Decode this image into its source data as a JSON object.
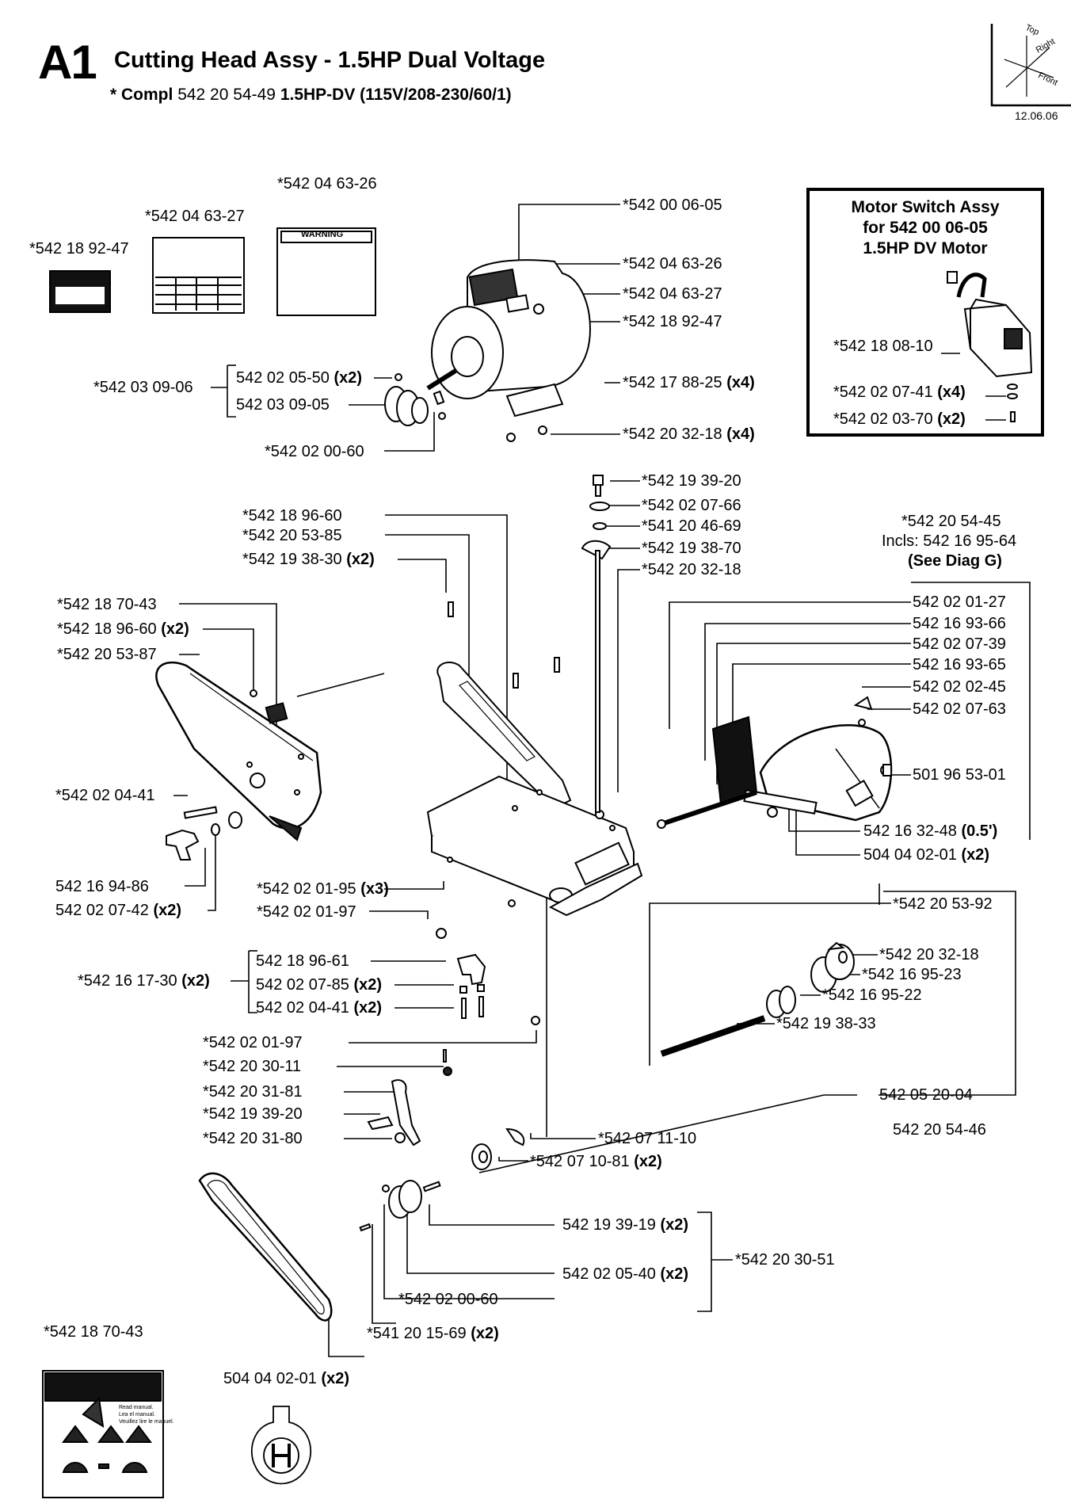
{
  "header": {
    "section": "A1",
    "title": "Cutting Head Assy - 1.5HP Dual Voltage",
    "compl_prefix": "* Compl",
    "compl_number": "542 20 54-49",
    "compl_model": "1.5HP-DV (115V/208-230/60/1)",
    "date": "12.06.06"
  },
  "orientation": {
    "top": "Top",
    "right": "Right",
    "front": "Front"
  },
  "switch_box": {
    "title_lines": [
      "Motor Switch Assy",
      "for 542 00 06-05",
      "1.5HP DV Motor"
    ],
    "parts": [
      {
        "code": "*542 18 08-10",
        "qty": ""
      },
      {
        "code": "*542 02 07-41",
        "qty": "(x4)"
      },
      {
        "code": "*542 02 03-70",
        "qty": "(x2)"
      }
    ]
  },
  "labels": {
    "decal_small": {
      "code": "*542 18 92-47"
    },
    "decal_table": {
      "code": "*542 04 63-27"
    },
    "decal_warning": {
      "code": "*542 04 63-26",
      "heading": "WARNING"
    },
    "decal_manual": {
      "code": "*542 18 70-43",
      "lines": [
        "Read manual.",
        "Lea el manual.",
        "Veuillez lire le manuel."
      ]
    },
    "logo_part": {
      "code": "504 04 02-01",
      "qty": "(x2)"
    }
  },
  "parts": [
    {
      "id": "p1",
      "code": "*542 00 06-05",
      "qty": ""
    },
    {
      "id": "p2",
      "code": "*542 04 63-26",
      "qty": ""
    },
    {
      "id": "p3",
      "code": "*542 04 63-27",
      "qty": ""
    },
    {
      "id": "p4",
      "code": "*542 18 92-47",
      "qty": ""
    },
    {
      "id": "p5",
      "code": "*542 17 88-25",
      "qty": "(x4)"
    },
    {
      "id": "p6",
      "code": "*542 20 32-18",
      "qty": "(x4)"
    },
    {
      "id": "p7",
      "code": "*542 03 09-06",
      "qty": ""
    },
    {
      "id": "p8",
      "code": "542 02 05-50",
      "qty": "(x2)"
    },
    {
      "id": "p9",
      "code": "542 03 09-05",
      "qty": ""
    },
    {
      "id": "p10",
      "code": "*542 02 00-60",
      "qty": ""
    },
    {
      "id": "p11",
      "code": "*542 19 39-20",
      "qty": ""
    },
    {
      "id": "p12",
      "code": "*542 02 07-66",
      "qty": ""
    },
    {
      "id": "p13",
      "code": "*541 20 46-69",
      "qty": ""
    },
    {
      "id": "p14",
      "code": "*542 19 38-70",
      "qty": ""
    },
    {
      "id": "p15",
      "code": "*542 20 32-18",
      "qty": ""
    },
    {
      "id": "p16",
      "code": "*542 18 96-60",
      "qty": ""
    },
    {
      "id": "p17",
      "code": "*542 20 53-85",
      "qty": ""
    },
    {
      "id": "p18",
      "code": "*542 19 38-30",
      "qty": "(x2)"
    },
    {
      "id": "p19",
      "code": "*542 18 70-43",
      "qty": ""
    },
    {
      "id": "p20",
      "code": "*542 18 96-60",
      "qty": "(x2)"
    },
    {
      "id": "p21",
      "code": "*542 20 53-87",
      "qty": ""
    },
    {
      "id": "p22",
      "code": "*542 02 04-41",
      "qty": ""
    },
    {
      "id": "p23",
      "code": "542 16 94-86",
      "qty": ""
    },
    {
      "id": "p24",
      "code": "542 02 07-42",
      "qty": "(x2)"
    },
    {
      "id": "p25",
      "code": "*542 02 01-95",
      "qty": "(x3)"
    },
    {
      "id": "p26",
      "code": "*542 02 01-97",
      "qty": ""
    },
    {
      "id": "p27",
      "code": "*542 16 17-30",
      "qty": "(x2)"
    },
    {
      "id": "p28",
      "code": "542 18 96-61",
      "qty": ""
    },
    {
      "id": "p29",
      "code": "542 02 07-85",
      "qty": "(x2)"
    },
    {
      "id": "p30",
      "code": "542 02 04-41",
      "qty": "(x2)"
    },
    {
      "id": "p31",
      "code": "*542 02 01-97",
      "qty": ""
    },
    {
      "id": "p32",
      "code": "*542 20 30-11",
      "qty": ""
    },
    {
      "id": "p33",
      "code": "*542 20 31-81",
      "qty": ""
    },
    {
      "id": "p34",
      "code": "*542 19 39-20",
      "qty": ""
    },
    {
      "id": "p35",
      "code": "*542 20 31-80",
      "qty": ""
    },
    {
      "id": "p36",
      "code": "*542 20 54-45",
      "qty": ""
    },
    {
      "id": "p37",
      "code": "542 02 01-27",
      "qty": ""
    },
    {
      "id": "p38",
      "code": "542 16 93-66",
      "qty": ""
    },
    {
      "id": "p39",
      "code": "542 02 07-39",
      "qty": ""
    },
    {
      "id": "p40",
      "code": "542 16 93-65",
      "qty": ""
    },
    {
      "id": "p41",
      "code": "542 02 02-45",
      "qty": ""
    },
    {
      "id": "p42",
      "code": "542 02 07-63",
      "qty": ""
    },
    {
      "id": "p43",
      "code": "501 96 53-01",
      "qty": ""
    },
    {
      "id": "p44",
      "code": "542 16 32-48",
      "qty": "(0.5')"
    },
    {
      "id": "p45",
      "code": "504 04 02-01",
      "qty": "(x2)"
    },
    {
      "id": "p46",
      "code": "*542 20 53-92",
      "qty": ""
    },
    {
      "id": "p47",
      "code": "*542 20 32-18",
      "qty": ""
    },
    {
      "id": "p48",
      "code": "*542 16 95-23",
      "qty": ""
    },
    {
      "id": "p49",
      "code": "*542 16 95-22",
      "qty": ""
    },
    {
      "id": "p50",
      "code": "*542 19 38-33",
      "qty": ""
    },
    {
      "id": "p51",
      "code": "542 05 20-04",
      "qty": ""
    },
    {
      "id": "p52",
      "code": "542 20 54-46",
      "qty": ""
    },
    {
      "id": "p53",
      "code": "*542 07 11-10",
      "qty": ""
    },
    {
      "id": "p54",
      "code": "*542 07 10-81",
      "qty": "(x2)"
    },
    {
      "id": "p55",
      "code": "542 19 39-19",
      "qty": "(x2)"
    },
    {
      "id": "p56",
      "code": "*542 20 30-51",
      "qty": ""
    },
    {
      "id": "p57",
      "code": "542 02 05-40",
      "qty": "(x2)"
    },
    {
      "id": "p58",
      "code": "*542 02 00-60",
      "qty": ""
    },
    {
      "id": "p59",
      "code": "*541 20 15-69",
      "qty": "(x2)"
    }
  ],
  "guard_note": {
    "incls": "Incls: 542 16 95-64",
    "see": "(See Diag G)"
  }
}
